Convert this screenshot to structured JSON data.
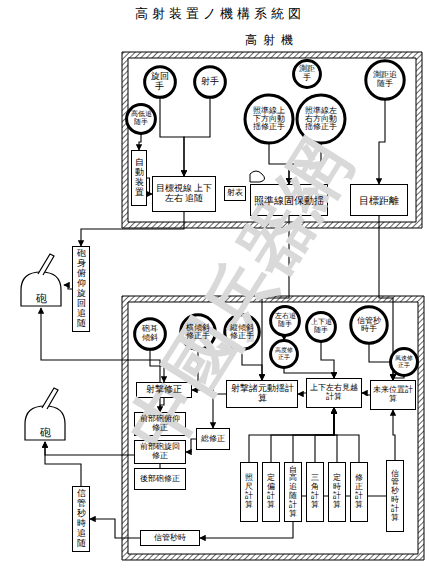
{
  "diagram": {
    "title": "高射装置ノ機構系統図",
    "nodes": [
      {
        "text": [
          "高射機"
        ]
      },
      {
        "text": [
          "旋回手"
        ],
        "in": 0
      },
      {
        "text": [
          "射手"
        ],
        "in": 0
      },
      {
        "text": [
          "測距手"
        ],
        "in": 0
      },
      {
        "text": [
          "測距追随手"
        ],
        "in": 0
      },
      {
        "text": [
          "高低追随手"
        ],
        "in": 0
      },
      {
        "text": [
          "照準線上下方向動揺修正手"
        ],
        "in": 0
      },
      {
        "text": [
          "照準線左右方向動揺修正手"
        ],
        "in": 0
      },
      {
        "text": [
          "自動装置"
        ],
        "in": 0
      },
      {
        "text": [
          "目標視線 上下左右 追随"
        ],
        "in": 0
      },
      {
        "text": [
          "射表"
        ],
        "in": 0
      },
      {
        "text": [
          "照準線固保動揺"
        ],
        "in": 0
      },
      {
        "text": [
          "目標距離"
        ],
        "in": 0
      },
      {
        "text": [
          "砲"
        ]
      },
      {
        "text": [
          "砲身俯仰旋回追随"
        ]
      },
      {
        "text": [
          "砲"
        ]
      },
      {
        "text": [
          "信管秒時追随"
        ]
      },
      {
        "text": []
      },
      {
        "text": [
          "砲耳傾斜"
        ],
        "in": 17
      },
      {
        "text": [
          "横傾斜修正手"
        ],
        "in": 17
      },
      {
        "text": [
          "縦傾斜修正手"
        ],
        "in": 17
      },
      {
        "text": [
          "左右追随手"
        ],
        "in": 17
      },
      {
        "text": [
          "上下追随手"
        ],
        "in": 17
      },
      {
        "text": [
          "高度修正手"
        ],
        "in": 17
      },
      {
        "text": [
          "信管秒時手"
        ],
        "in": 17
      },
      {
        "text": [
          "風速修正手"
        ],
        "in": 17
      },
      {
        "text": [
          "射撃修正"
        ],
        "in": 17
      },
      {
        "text": [
          "前部砲俯仰修正"
        ],
        "in": 17
      },
      {
        "text": [
          "前部砲旋回修正"
        ],
        "in": 17
      },
      {
        "text": [
          "後部砲修正"
        ],
        "in": 17
      },
      {
        "text": [
          "総修正"
        ],
        "in": 17
      },
      {
        "text": [
          "射撃諸元動揺計算"
        ],
        "in": 17
      },
      {
        "text": [
          "上下左右見越計算"
        ],
        "in": 17
      },
      {
        "text": [
          "未来位置計算"
        ],
        "in": 17
      },
      {
        "text": [
          "照尺計算"
        ],
        "in": 17
      },
      {
        "text": [
          "定偏計算"
        ],
        "in": 17
      },
      {
        "text": [
          "自高追随計算"
        ],
        "in": 17
      },
      {
        "text": [
          "三角計算"
        ],
        "in": 17
      },
      {
        "text": [
          "定時計算"
        ],
        "in": 17
      },
      {
        "text": [
          "修正計算"
        ],
        "in": 17
      },
      {
        "text": [
          "信管秒時計算"
        ],
        "in": 17
      },
      {
        "text": [
          "信管秒時"
        ],
        "in": 17
      }
    ],
    "edges": [
      {
        "from": 1,
        "to": 9,
        "arrow": "to"
      },
      {
        "from": 2,
        "to": 9,
        "arrow": "to"
      },
      {
        "from": 5,
        "to": 8,
        "arrow": "to"
      },
      {
        "from": 8,
        "to": 9,
        "arrow": "to"
      },
      {
        "from": 6,
        "to": 11,
        "arrow": "to"
      },
      {
        "from": 7,
        "to": 11,
        "arrow": "to"
      },
      {
        "from": 4,
        "to": 12,
        "arrow": "to"
      },
      {
        "from": 9,
        "to": 14,
        "arrow": "to"
      },
      {
        "from": 14,
        "to": 13,
        "arrow": "to"
      },
      {
        "from": 11,
        "to": 31,
        "arrow": "to"
      },
      {
        "from": 12,
        "to": 33,
        "arrow": "to"
      },
      {
        "from": 18,
        "to": 26,
        "arrow": "to"
      },
      {
        "from": 19,
        "to": 30,
        "arrow": "to"
      },
      {
        "from": 20,
        "to": 31,
        "arrow": "to"
      },
      {
        "from": 21,
        "to": 23,
        "arrow": "to"
      },
      {
        "from": 22,
        "to": 32,
        "arrow": "to"
      },
      {
        "from": 23,
        "to": 32,
        "arrow": "to"
      },
      {
        "from": 24,
        "to": 33,
        "arrow": "to"
      },
      {
        "from": 25,
        "to": 33,
        "arrow": "to"
      },
      {
        "from": 31,
        "to": 26,
        "arrow": "to"
      },
      {
        "from": 32,
        "to": 31,
        "arrow": "to"
      },
      {
        "from": 33,
        "to": 32,
        "arrow": "to"
      },
      {
        "from": 26,
        "to": 27,
        "arrow": "to"
      },
      {
        "from": 30,
        "to": 28,
        "arrow": "to"
      },
      {
        "from": 27,
        "to": 13,
        "arrow": "to"
      },
      {
        "from": 29,
        "to": 15,
        "arrow": "to"
      },
      {
        "from": 34,
        "to": 32,
        "arrow": "to"
      },
      {
        "from": 35,
        "to": 32,
        "arrow": "to"
      },
      {
        "from": 36,
        "to": 32,
        "arrow": "to"
      },
      {
        "from": 37,
        "to": 32,
        "arrow": "to"
      },
      {
        "from": 38,
        "to": 32,
        "arrow": "to"
      },
      {
        "from": 39,
        "to": 32,
        "arrow": "to"
      },
      {
        "from": 40,
        "to": 33,
        "arrow": "to"
      },
      {
        "from": 40,
        "to": 41,
        "arrow": "to"
      },
      {
        "from": 41,
        "to": 16,
        "arrow": "to"
      },
      {
        "from": 16,
        "to": 15,
        "arrow": "to"
      }
    ],
    "labels": [
      "中國兵器網"
    ]
  }
}
